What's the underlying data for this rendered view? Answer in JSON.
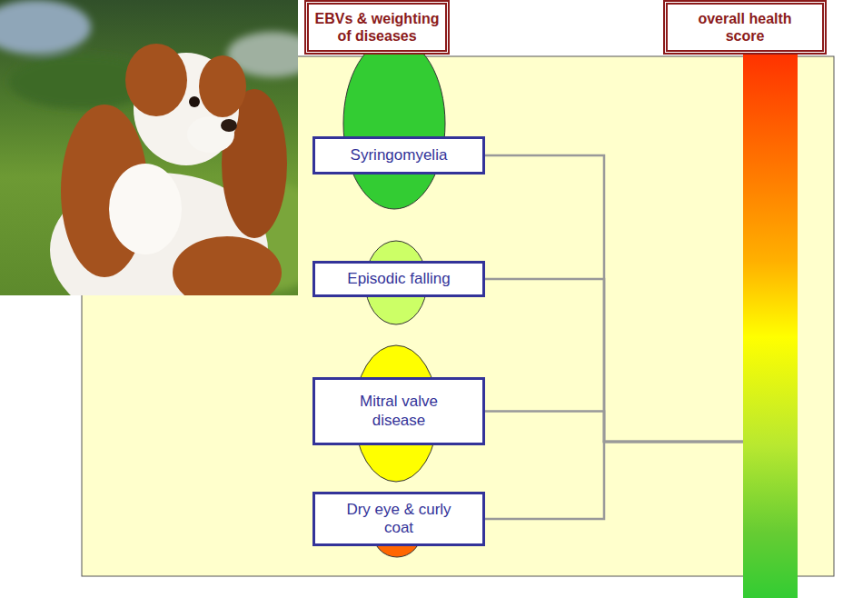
{
  "diagram": {
    "nodes": [
      {
        "text": [
          "EBVs & weighting of diseases"
        ]
      },
      {
        "text": [
          "Syringomyelia"
        ]
      },
      {
        "text": [
          "Episodic falling"
        ]
      },
      {
        "text": [
          "Mitral valve disease"
        ]
      },
      {
        "text": [
          "Dry eye & curly coat"
        ]
      },
      {
        "text": [
          "overall health score"
        ]
      }
    ],
    "edges": [
      {
        "from": 1,
        "to": 5,
        "arrow": "none"
      },
      {
        "from": 2,
        "to": 5,
        "arrow": "none"
      },
      {
        "from": 3,
        "to": 5,
        "arrow": "none"
      },
      {
        "from": 4,
        "to": 5,
        "arrow": "none"
      }
    ]
  }
}
